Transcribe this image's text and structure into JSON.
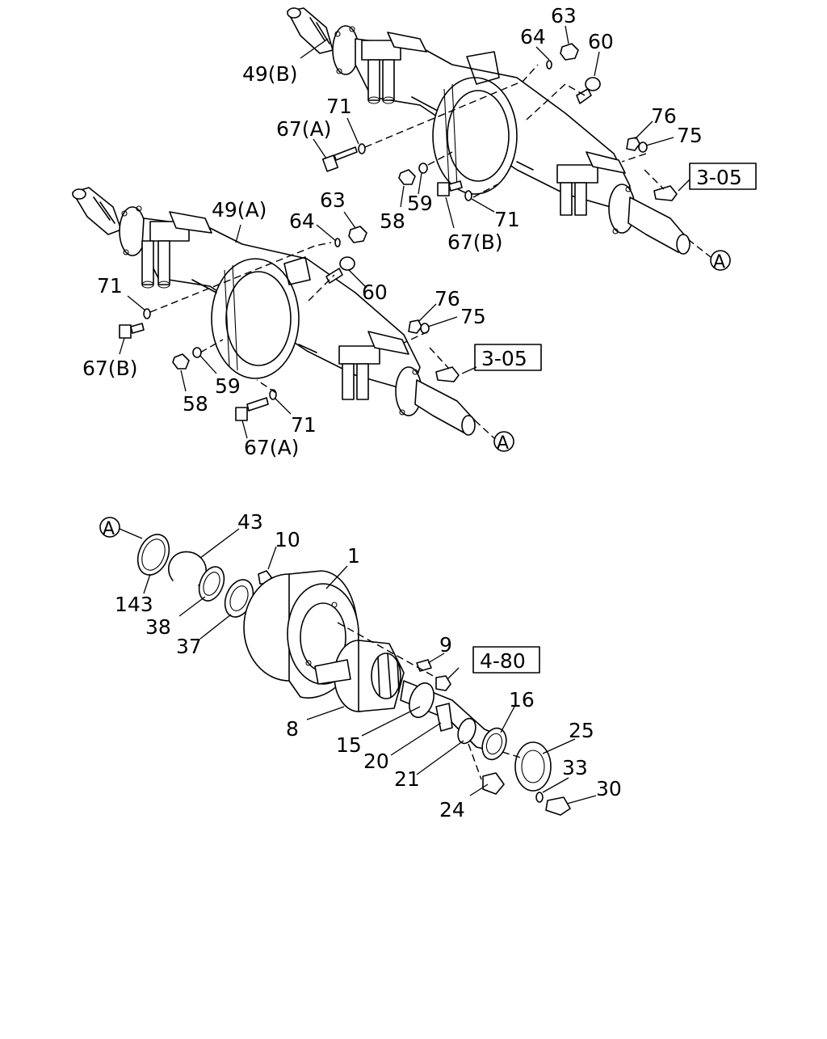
{
  "callouts": {
    "upper_axle": [
      "49(B)",
      "63",
      "64",
      "60",
      "71",
      "67(A)",
      "76",
      "75",
      "58",
      "59",
      "67(B)",
      "71"
    ],
    "lower_axle": [
      "49(A)",
      "63",
      "64",
      "60",
      "71",
      "67(B)",
      "76",
      "75",
      "58",
      "59",
      "71",
      "67(A)"
    ],
    "hub": [
      "43",
      "10",
      "1",
      "143",
      "38",
      "37",
      "9",
      "8",
      "15",
      "20",
      "21",
      "16",
      "25",
      "33",
      "30",
      "24"
    ]
  },
  "refs": {
    "upper_axle": "3-05",
    "lower_axle": "3-05",
    "hub": "4-80"
  },
  "connector_mark": "A"
}
